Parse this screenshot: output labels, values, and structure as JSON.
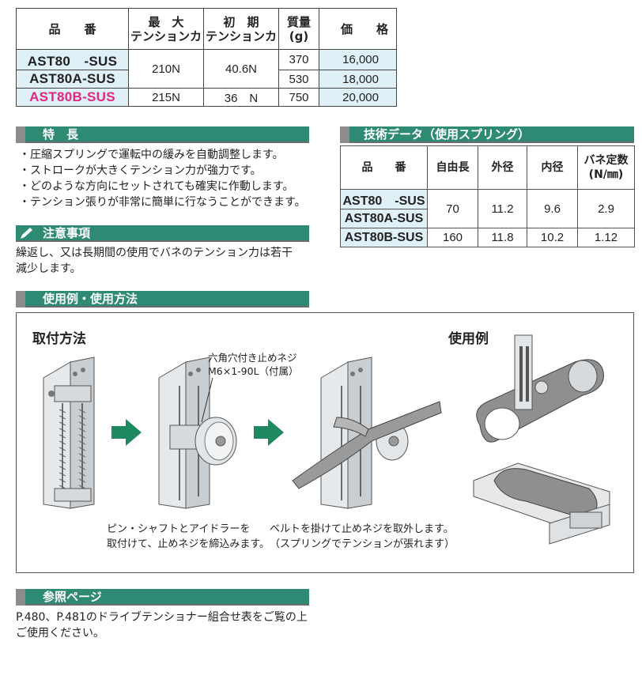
{
  "spec_table": {
    "headers": [
      "品　番",
      "最 大\nテンションカ",
      "初 期\nテンションカ",
      "質量\n(g)",
      "価　格"
    ],
    "header_lines": [
      [
        "品　　番"
      ],
      [
        "最　大",
        "テンションカ"
      ],
      [
        "初　期",
        "テンションカ"
      ],
      [
        "質量",
        "(g)"
      ],
      [
        "価　　格"
      ]
    ],
    "rows": [
      {
        "part": "AST80　-SUS",
        "max_tension": "210N",
        "init_tension": "40.6N",
        "mass": "370",
        "price": "16,000"
      },
      {
        "part": "AST80A-SUS",
        "mass": "530",
        "price": "18,000"
      },
      {
        "part": "AST80B-SUS",
        "max_tension": "215N",
        "init_tension": "36　N",
        "mass": "750",
        "price": "20,000"
      }
    ]
  },
  "features": {
    "title": "特　長",
    "items": [
      "・圧縮スプリングで運転中の緩みを自動調整します。",
      "・ストロークが大きくテンション力が強力です。",
      "・どのような方向にセットされても確実に作動します。",
      "・テンション張りが非常に簡単に行なうことができます。"
    ]
  },
  "caution": {
    "title": "注意事項",
    "lines": [
      "繰返し、又は長期間の使用でバネのテンション力は若干",
      "減少します。"
    ]
  },
  "tech_data": {
    "title": "技術データ（使用スプリング）",
    "header_lines": [
      [
        "品　　番"
      ],
      [
        "自由長"
      ],
      [
        "外径"
      ],
      [
        "内径"
      ],
      [
        "バネ定数",
        "(N/㎜)"
      ]
    ],
    "rows": [
      {
        "part": "AST80　-SUS",
        "free_len": "70",
        "od": "11.2",
        "id": "9.6",
        "rate": "2.9"
      },
      {
        "part": "AST80A-SUS"
      },
      {
        "part": "AST80B-SUS",
        "free_len": "160",
        "od": "11.8",
        "id": "10.2",
        "rate": "1.12"
      }
    ]
  },
  "usage": {
    "title": "使用例・使用方法",
    "mount_title": "取付方法",
    "example_title": "使用例",
    "callout": [
      "六角穴付き止めネジ",
      "M6×1-90L（付属）"
    ],
    "caption_left": [
      "ピン・シャフトとアイドラーを",
      "取付けて、止めネジを締込みます。"
    ],
    "caption_right": [
      "ベルトを掛けて止めネジを取外します。",
      "（スプリングでテンションが張れます）"
    ]
  },
  "reference": {
    "title": "参照ページ",
    "lines": [
      "P.480、P.481のドライブテンショナー組合せ表をご覧の上",
      "ご使用ください。"
    ]
  },
  "colors": {
    "header_green": "#2e8a72",
    "cell_blue": "#dff0f7",
    "part_pink": "#e0287e",
    "arrow_green": "#1f8a62"
  },
  "icons": [
    "pen-icon",
    "arrow-right-icon"
  ]
}
